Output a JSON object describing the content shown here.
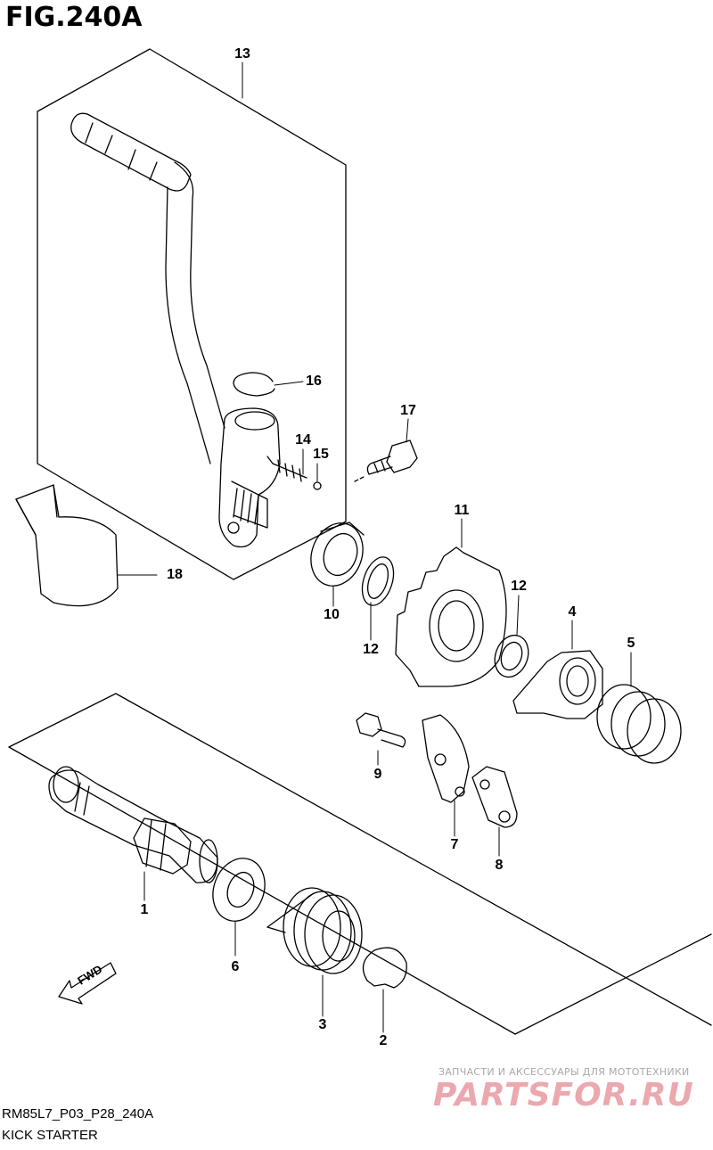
{
  "figure": {
    "title": "FIG.240A"
  },
  "callouts": {
    "c1": "1",
    "c2": "2",
    "c3": "3",
    "c4": "4",
    "c5": "5",
    "c6": "6",
    "c7": "7",
    "c8": "8",
    "c9": "9",
    "c10": "10",
    "c11": "11",
    "c12a": "12",
    "c12b": "12",
    "c13": "13",
    "c14": "14",
    "c15": "15",
    "c16": "16",
    "c17": "17",
    "c18": "18"
  },
  "fwd_label": "FWD",
  "footer": {
    "code": "RM85L7_P03_P28_240A",
    "name": "KICK STARTER"
  },
  "watermark": {
    "tagline": "ЗАПЧАСТИ И АКСЕССУАРЫ ДЛЯ МОТОТЕХНИКИ",
    "logo": "PARTSFOR.RU"
  }
}
